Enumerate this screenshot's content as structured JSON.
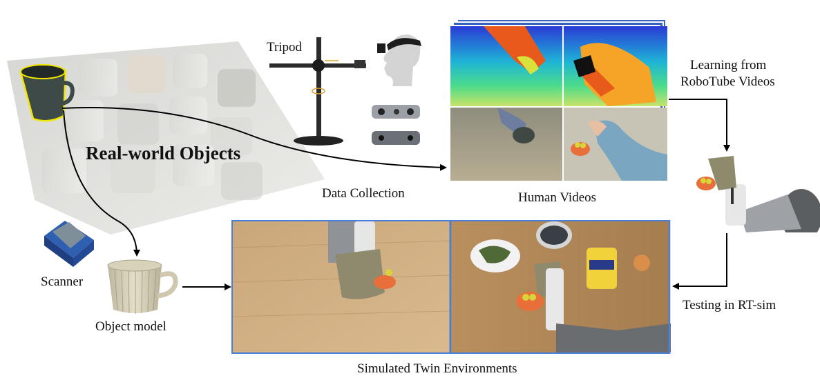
{
  "labels": {
    "real_world": "Real-world Objects",
    "tripod": "Tripod",
    "data_collection": "Data Collection",
    "human_videos": "Human Videos",
    "learning_line1": "Learning from",
    "learning_line2": "RoboTube Videos",
    "scanner": "Scanner",
    "object_model": "Object model",
    "testing": "Testing in RT-sim",
    "simulated": "Simulated Twin Environments"
  },
  "colors": {
    "frame_blue": "#4a7fd6",
    "cup_highlight": "#f2e600",
    "wood": "#c9a57a",
    "arrow": "#000000"
  }
}
